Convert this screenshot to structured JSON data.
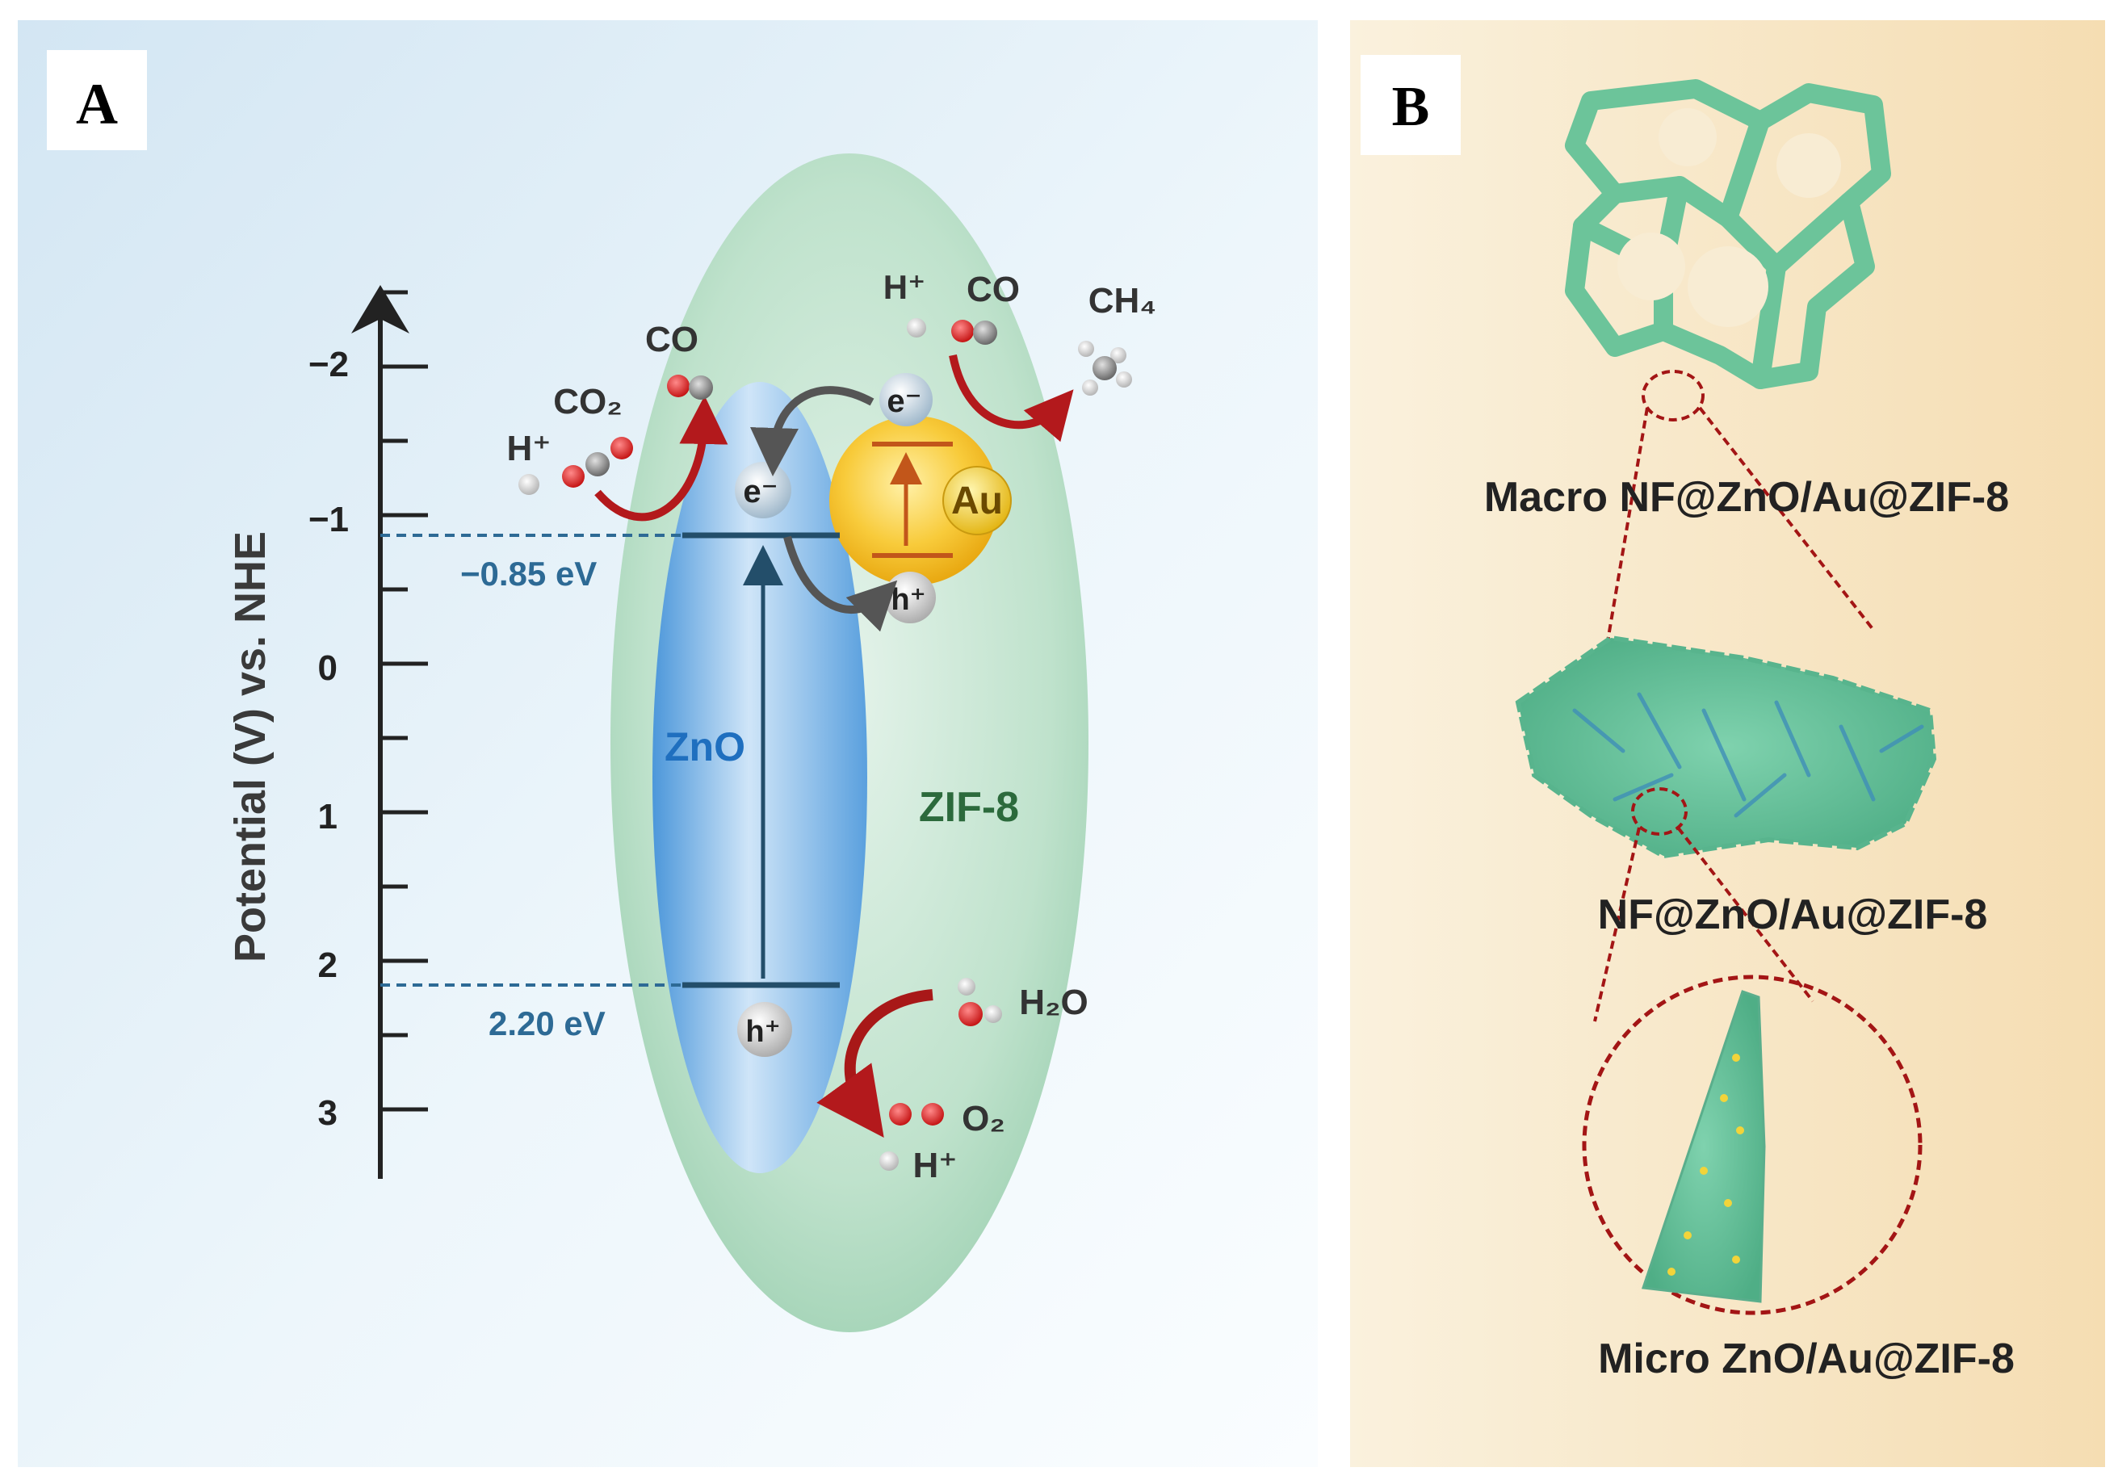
{
  "panel_a": {
    "label": "A",
    "axis": {
      "label": "Potential (V) vs. NHE",
      "ticks": [
        {
          "value": -2,
          "label": "−2"
        },
        {
          "value": -1,
          "label": "−1"
        },
        {
          "value": 0,
          "label": "0"
        },
        {
          "value": 1,
          "label": "1"
        },
        {
          "value": 2,
          "label": "2"
        },
        {
          "value": 3,
          "label": "3"
        }
      ]
    },
    "levels": {
      "cb": "−0.85 eV",
      "vb": "2.20 eV"
    },
    "materials": {
      "semiconductor": "ZnO",
      "framework": "ZIF-8",
      "metal": "Au"
    },
    "charges": {
      "electron": "e⁻",
      "hole": "h⁺"
    },
    "species": {
      "proton": "H⁺",
      "co": "CO",
      "co2": "CO₂",
      "ch4": "CH₄",
      "h2o": "H₂O",
      "o2": "O₂"
    },
    "colors": {
      "zno": "#3f8fd6",
      "zif8": "#9ccfb0",
      "au": "#f2c230",
      "arrow_red": "#b3191c",
      "level_line": "#234e6a"
    }
  },
  "panel_b": {
    "label": "B",
    "captions": {
      "macro": "Macro NF@ZnO/Au@ZIF-8",
      "middle": "NF@ZnO/Au@ZIF-8",
      "micro": "Micro ZnO/Au@ZIF-8"
    },
    "colors": {
      "foam": "#6cc49a",
      "zoom_circle": "#a31515"
    }
  }
}
